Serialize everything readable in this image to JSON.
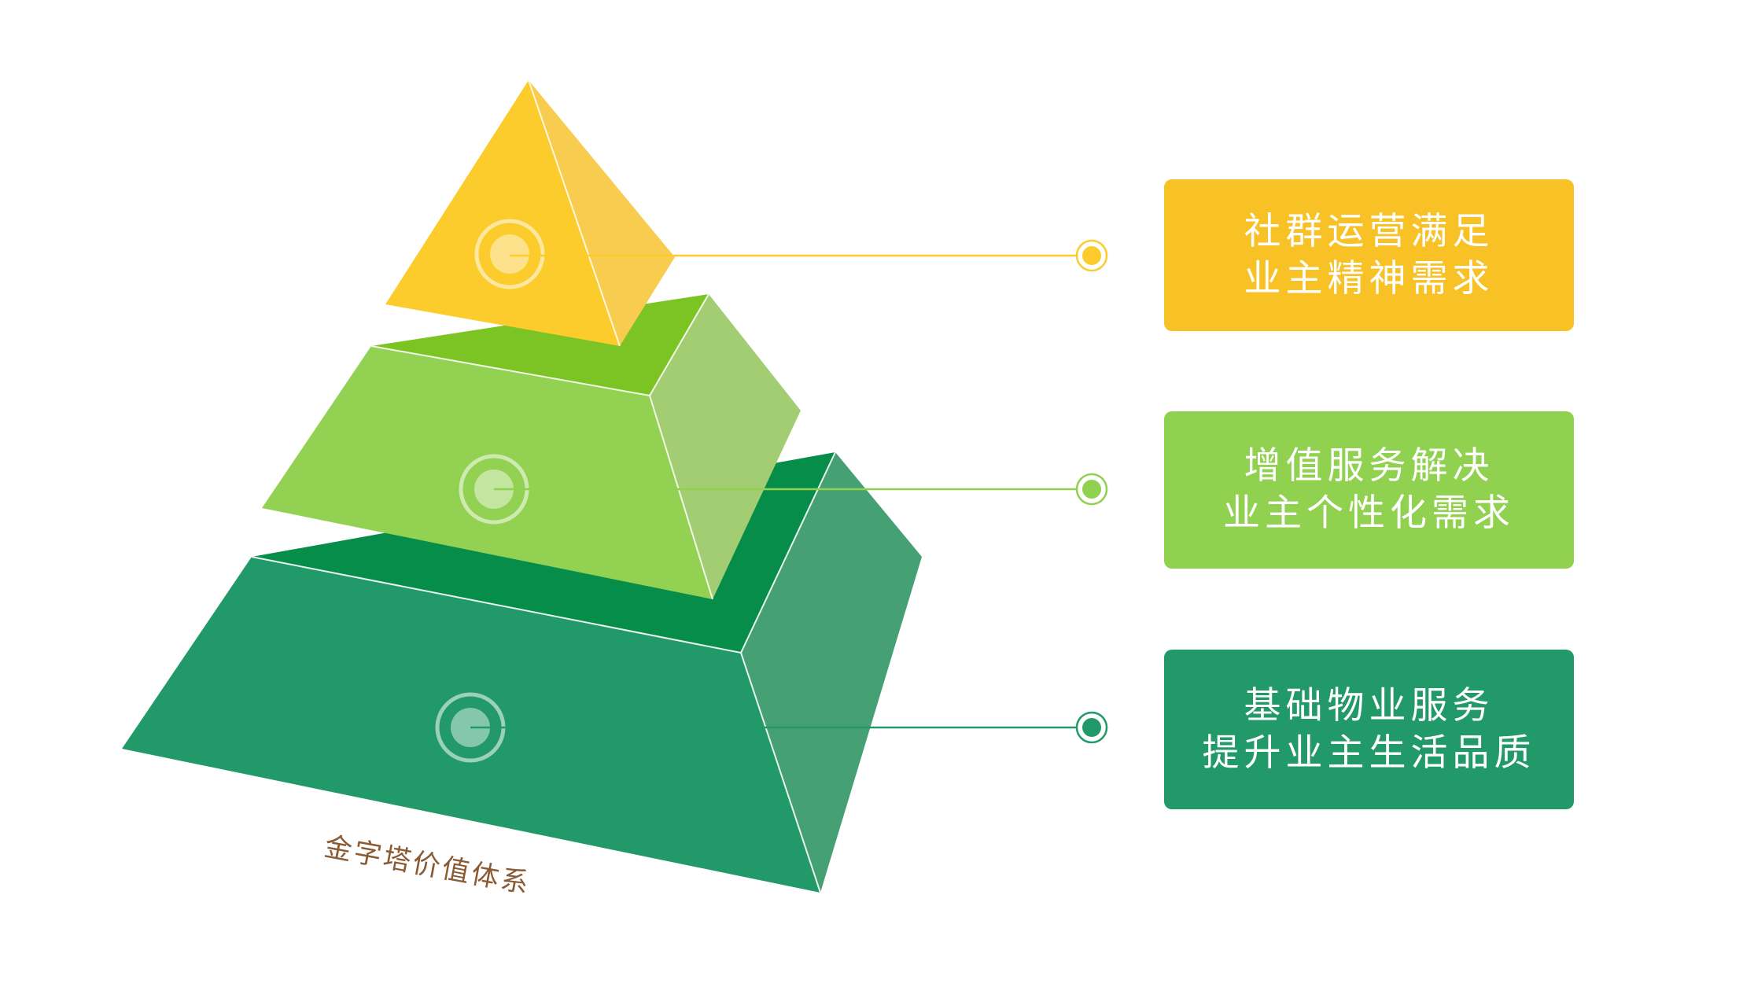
{
  "colors": {
    "background": "#ffffff",
    "tier_top": "#fccb2c",
    "tier_middle": "#91d150",
    "tier_bottom": "#229969",
    "caption": "#8a5a33"
  },
  "tiers": [
    {
      "level": "top",
      "line1": "社群运营满足",
      "line2": "业主精神需求"
    },
    {
      "level": "middle",
      "line1": "增值服务解决",
      "line2": "业主个性化需求"
    },
    {
      "level": "bottom",
      "line1": "基础物业服务",
      "line2": "提升业主生活品质"
    }
  ],
  "caption": "金字塔价值体系"
}
